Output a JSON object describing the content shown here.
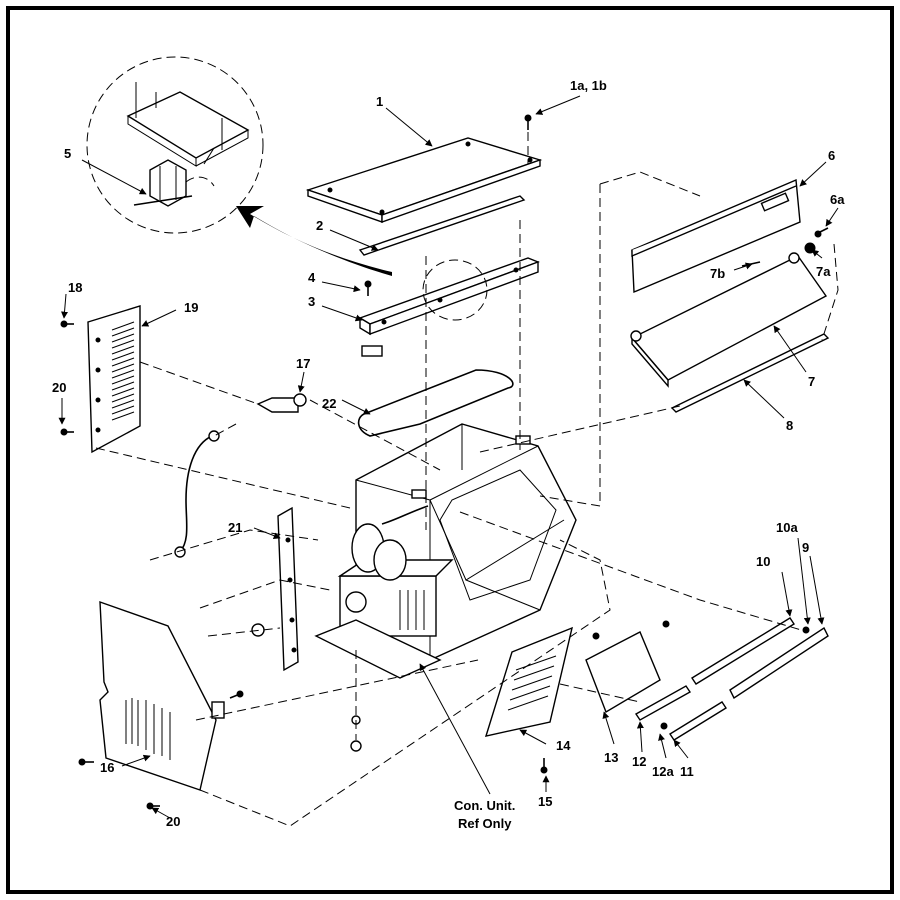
{
  "labels": {
    "l1": "1",
    "l1a1b": "1a, 1b",
    "l2": "2",
    "l3": "3",
    "l4": "4",
    "l5": "5",
    "l6": "6",
    "l6a": "6a",
    "l7": "7",
    "l7a": "7a",
    "l7b": "7b",
    "l8": "8",
    "l9": "9",
    "l10": "10",
    "l10a": "10a",
    "l11": "11",
    "l12": "12",
    "l12a": "12a",
    "l13": "13",
    "l14": "14",
    "l15": "15",
    "l16": "16",
    "l17": "17",
    "l18": "18",
    "l19": "19",
    "l20a": "20",
    "l20b": "20",
    "l21": "21",
    "l22": "22",
    "con_unit_line1": "Con. Unit.",
    "con_unit_line2": "Ref Only"
  }
}
